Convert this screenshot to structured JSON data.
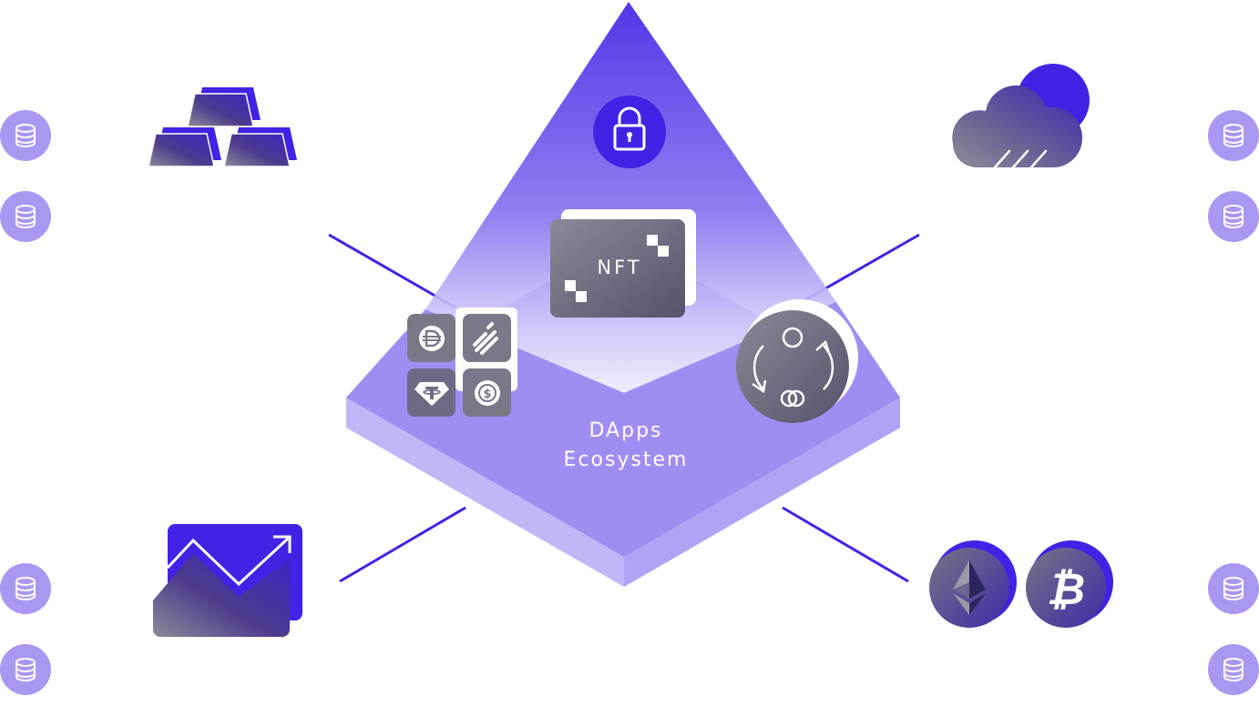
{
  "diagram": {
    "center": {
      "title_line1": "DApps",
      "title_line2": "Ecosystem"
    },
    "nft_card": {
      "label": "NFT"
    },
    "icons": {
      "top_center": "lock-icon",
      "top_left": "gold-bars-icon",
      "top_right": "cloud-sun-icon",
      "bottom_left": "growth-chart-icon",
      "bottom_right": [
        "ethereum-icon",
        "bitcoin-icon"
      ],
      "platform_left": [
        "dai-icon",
        "binance-usd-icon",
        "tether-icon",
        "usdc-icon"
      ],
      "platform_right": "swap-icon",
      "side_coins": "coin-stack-icon"
    },
    "colors": {
      "accent": "#4222E4",
      "platform_top": "#A08DF1",
      "platform_side": "#C2B6F7",
      "coin_bg": "#A997F2",
      "gray_card": "#7A7886"
    }
  }
}
